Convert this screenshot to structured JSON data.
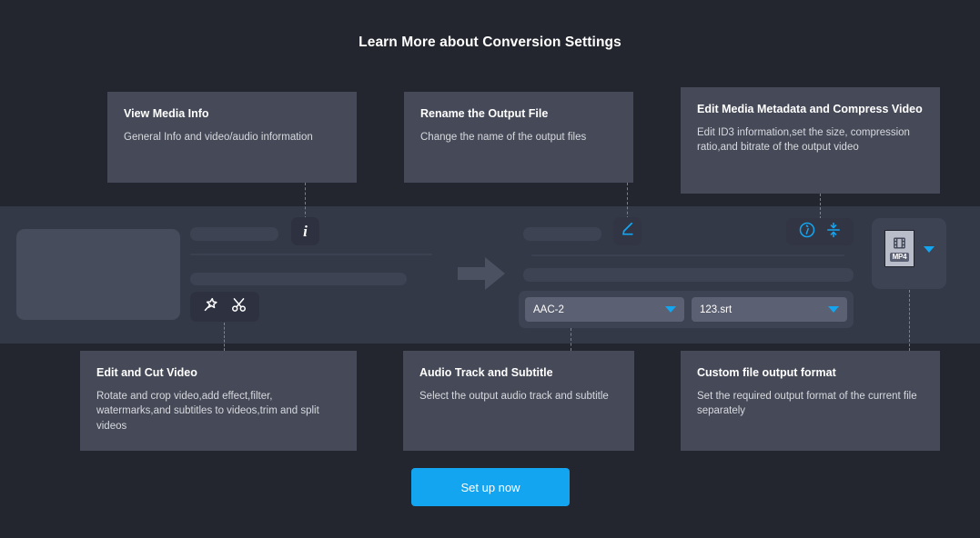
{
  "page": {
    "title": "Learn More about Conversion Settings",
    "background_color": "#23262f",
    "band_color": "#343948",
    "card_color": "#464a58",
    "accent_color": "#14a5f0"
  },
  "cards": {
    "media_info": {
      "title": "View Media Info",
      "desc": "General Info and video/audio information"
    },
    "rename": {
      "title": "Rename the Output File",
      "desc": "Change the name of the output files"
    },
    "metadata": {
      "title": "Edit Media Metadata and Compress Video",
      "desc": "Edit ID3 information,set the size, compression ratio,and bitrate of the output video"
    },
    "edit_cut": {
      "title": "Edit and Cut Video",
      "desc": "Rotate and crop video,add effect,filter, watermarks,and subtitles to videos,trim and split videos"
    },
    "audio": {
      "title": "Audio Track and Subtitle",
      "desc": "Select the output audio track and subtitle"
    },
    "format": {
      "title": "Custom file output format",
      "desc": "Set the required output format of the current file separately"
    }
  },
  "mockup": {
    "info_glyph": "i",
    "audio_track": {
      "value": "AAC-2"
    },
    "subtitle": {
      "value": "123.srt"
    },
    "output_format": {
      "tag": "MP4"
    }
  },
  "cta": {
    "label": "Set up now"
  }
}
